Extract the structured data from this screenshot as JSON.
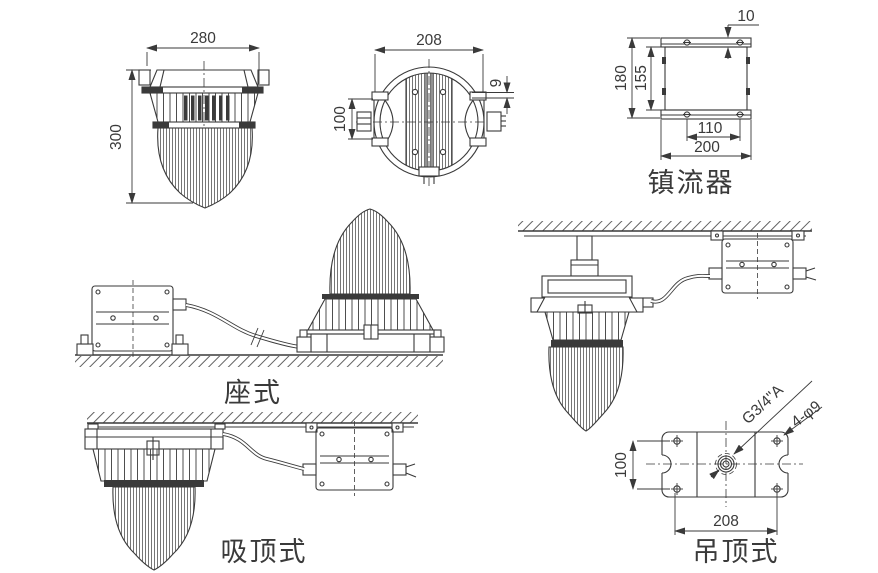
{
  "drawing": {
    "front_view": {
      "dim_width": "280",
      "dim_height": "300"
    },
    "plan_view": {
      "dim_width": "208",
      "dim_bracket": "100",
      "dim_tab": "9"
    },
    "ballast_view": {
      "label": "镇流器",
      "dim_rail": "10",
      "dim_height_outer": "180",
      "dim_height_inner": "155",
      "dim_screw_span": "110",
      "dim_width": "200"
    },
    "seat_view": {
      "label": "座式"
    },
    "ceiling_view": {
      "label": "吸顶式"
    },
    "pendant_view": {
      "label": "吊顶式",
      "plate": {
        "dim_height": "100",
        "dim_width": "208",
        "thread_spec": "G3/4\"A",
        "hole_spec": "4-φ9"
      }
    },
    "colors": {
      "line": "#3a3a3a",
      "background": "#ffffff"
    }
  }
}
